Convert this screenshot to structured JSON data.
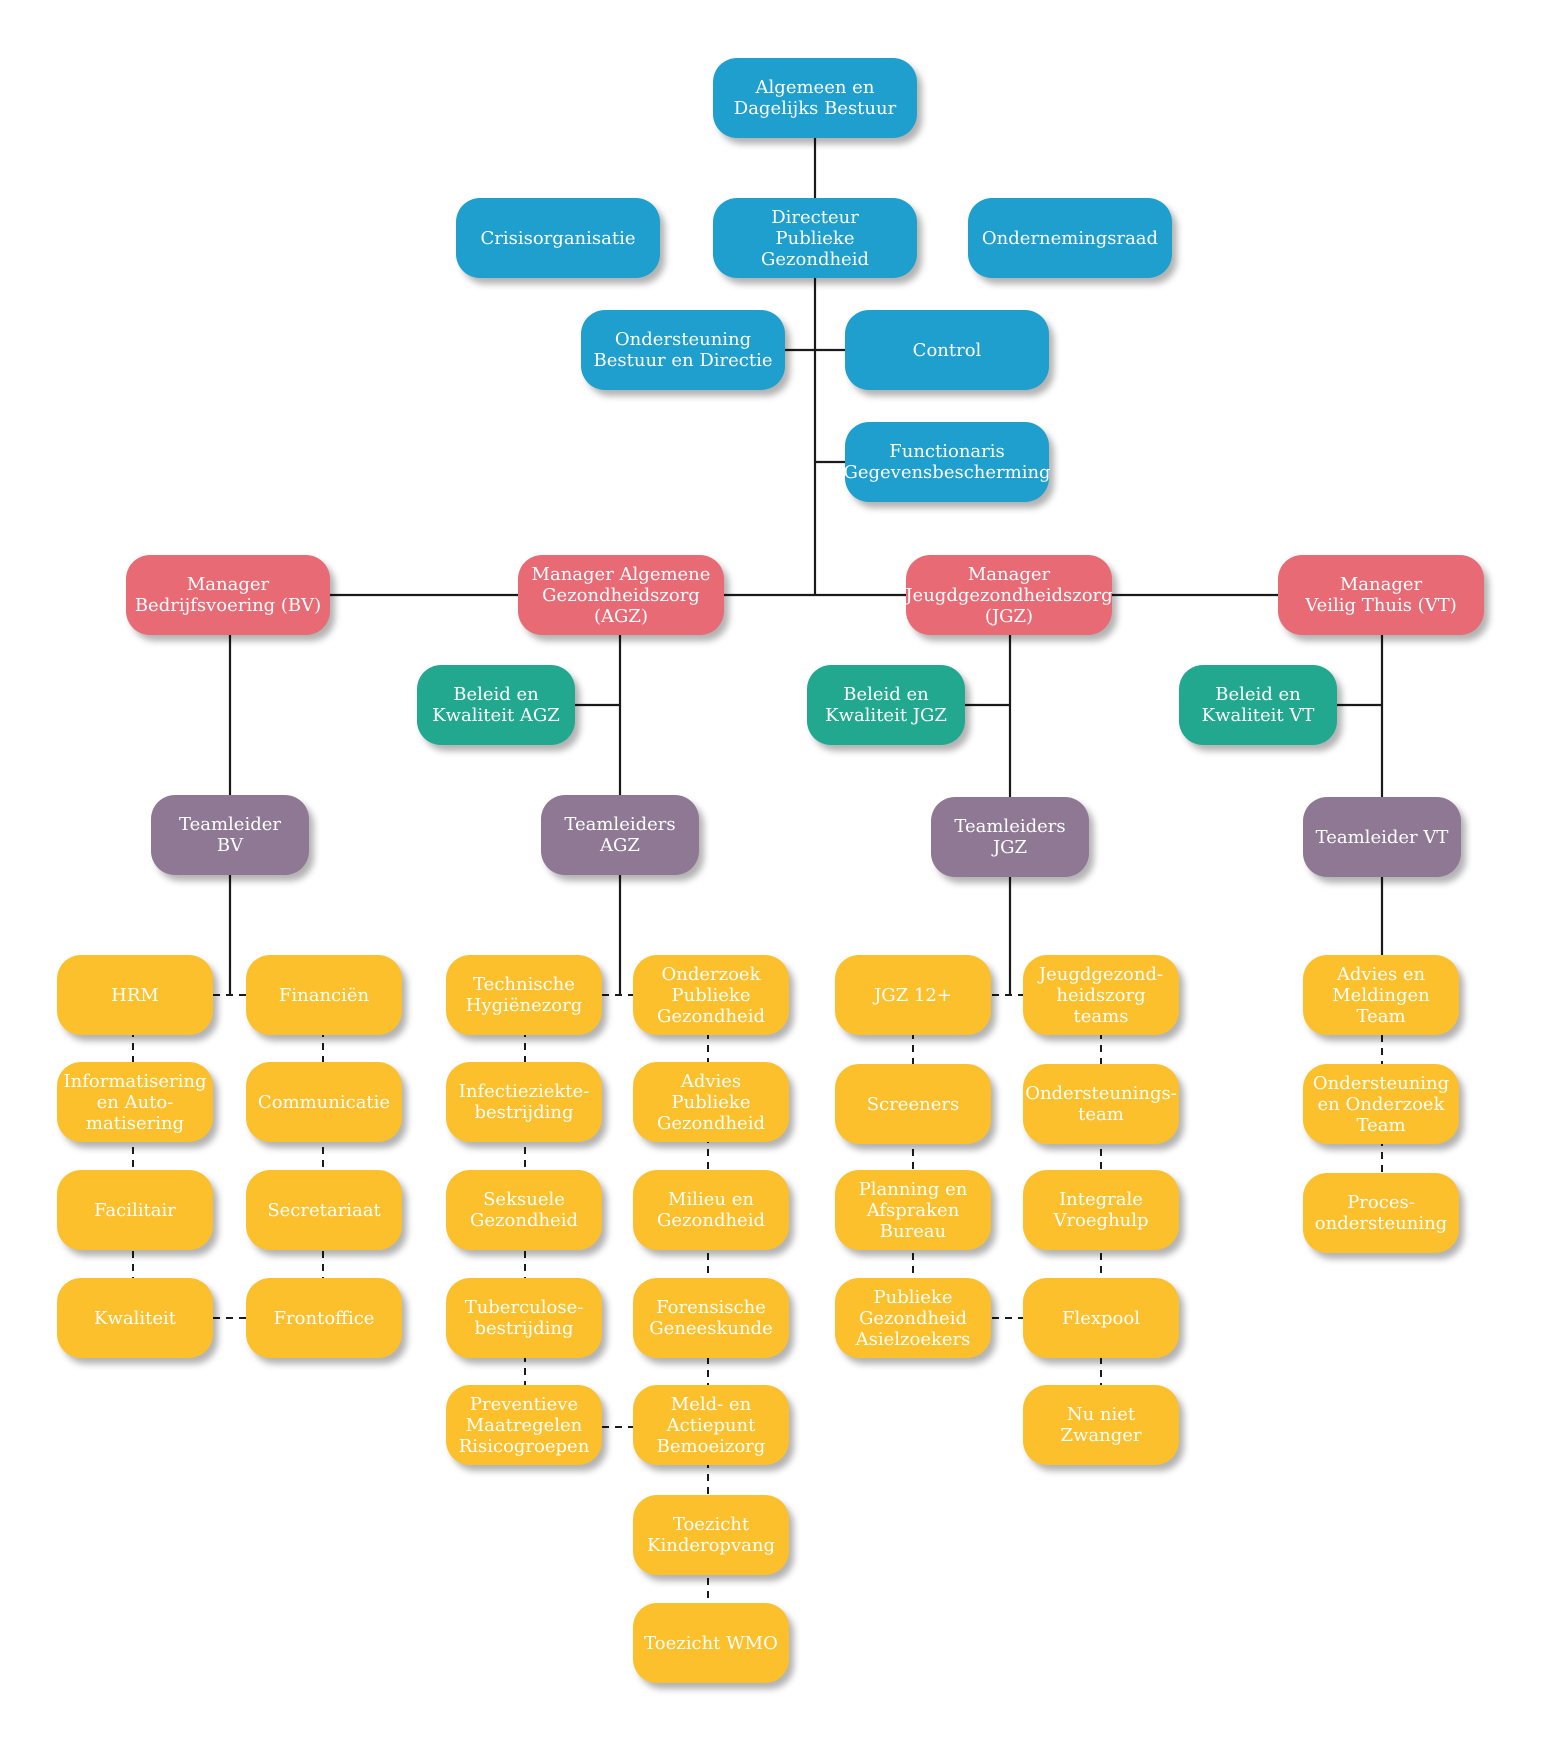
{
  "colors": {
    "blue": "#1f9fcd",
    "red": "#e86a75",
    "teal": "#22a88f",
    "purple": "#8e7893",
    "yellow": "#fcc02c",
    "line": "#1a1a1a"
  },
  "board": {
    "algemeen_bestuur": "Algemeen en\nDagelijks Bestuur"
  },
  "direction": {
    "directeur": "Directeur\nPublieke Gezondheid",
    "crisisorganisatie": "Crisisorganisatie",
    "ondernemingsraad": "Ondernemingsraad",
    "ondersteuning": "Ondersteuning\nBestuur en Directie",
    "control": "Control",
    "functionaris": "Functionaris\nGegevensbescherming"
  },
  "managers": {
    "bv": "Manager\nBedrijfsvoering (BV)",
    "agz": "Manager Algemene\nGezondheidszorg (AGZ)",
    "jgz": "Manager\nJeugdgezondheidszorg\n(JGZ)",
    "vt": "Manager\nVeilig Thuis (VT)"
  },
  "beleid": {
    "agz": "Beleid en\nKwaliteit AGZ",
    "jgz": "Beleid en\nKwaliteit JGZ",
    "vt": "Beleid en\nKwaliteit VT"
  },
  "teamleiders": {
    "bv": "Teamleider\nBV",
    "agz": "Teamleiders\nAGZ",
    "jgz": "Teamleiders\nJGZ",
    "vt": "Teamleider VT"
  },
  "teams": {
    "bv_left": [
      "HRM",
      "Informatisering\nen Auto-\nmatisering",
      "Facilitair",
      "Kwaliteit"
    ],
    "bv_right": [
      "Financiën",
      "Communicatie",
      "Secretariaat",
      "Frontoffice"
    ],
    "agz_left": [
      "Technische\nHygiënezorg",
      "Infectieziekte-\nbestrijding",
      "Seksuele\nGezondheid",
      "Tuberculose-\nbestrijding",
      "Preventieve\nMaatregelen\nRisicogroepen"
    ],
    "agz_right": [
      "Onderzoek\nPublieke\nGezondheid",
      "Advies\nPublieke\nGezondheid",
      "Milieu en\nGezondheid",
      "Forensische\nGeneeskunde",
      "Meld- en\nActiepunt\nBemoeizorg",
      "Toezicht\nKinderopvang",
      "Toezicht WMO"
    ],
    "jgz_left": [
      "JGZ 12+",
      "Screeners",
      "Planning en\nAfspraken\nBureau",
      "Publieke\nGezondheid\nAsielzoekers"
    ],
    "jgz_right": [
      "Jeugdgezond-\nheidszorg teams",
      "Ondersteunings-\nteam",
      "Integrale\nVroeghulp",
      "Flexpool",
      "Nu niet\nZwanger"
    ],
    "vt": [
      "Advies en\nMeldingen Team",
      "Ondersteuning\nen Onderzoek\nTeam",
      "Proces-\nondersteuning"
    ]
  }
}
